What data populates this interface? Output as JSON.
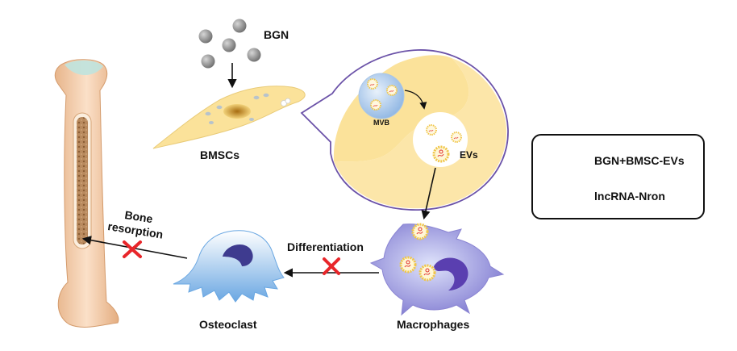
{
  "labels": {
    "bgn": "BGN",
    "bmscs": "BMSCs",
    "mvb": "MVB",
    "evs": "EVs",
    "bone_resorption_line1": "Bone",
    "bone_resorption_line2": "resorption",
    "differentiation": "Differentiation",
    "osteoclast": "Osteoclast",
    "macrophages": "Macrophages"
  },
  "legend": {
    "items": [
      {
        "icon": "bgn-bmsc-ev-icon",
        "label": "BGN+BMSC-EVs"
      },
      {
        "icon": "lncrna-icon",
        "label": "lncRNA-Nron"
      }
    ]
  },
  "colors": {
    "inhibit_cross": "#e8262a",
    "rna": "#e0302f",
    "cell_yellow": "#fbe29a",
    "bubble_outline": "#6b52a8",
    "macrophage": "#8e88d8",
    "osteoclast": "#7fb4e6",
    "bone": "#f1c9a6"
  }
}
